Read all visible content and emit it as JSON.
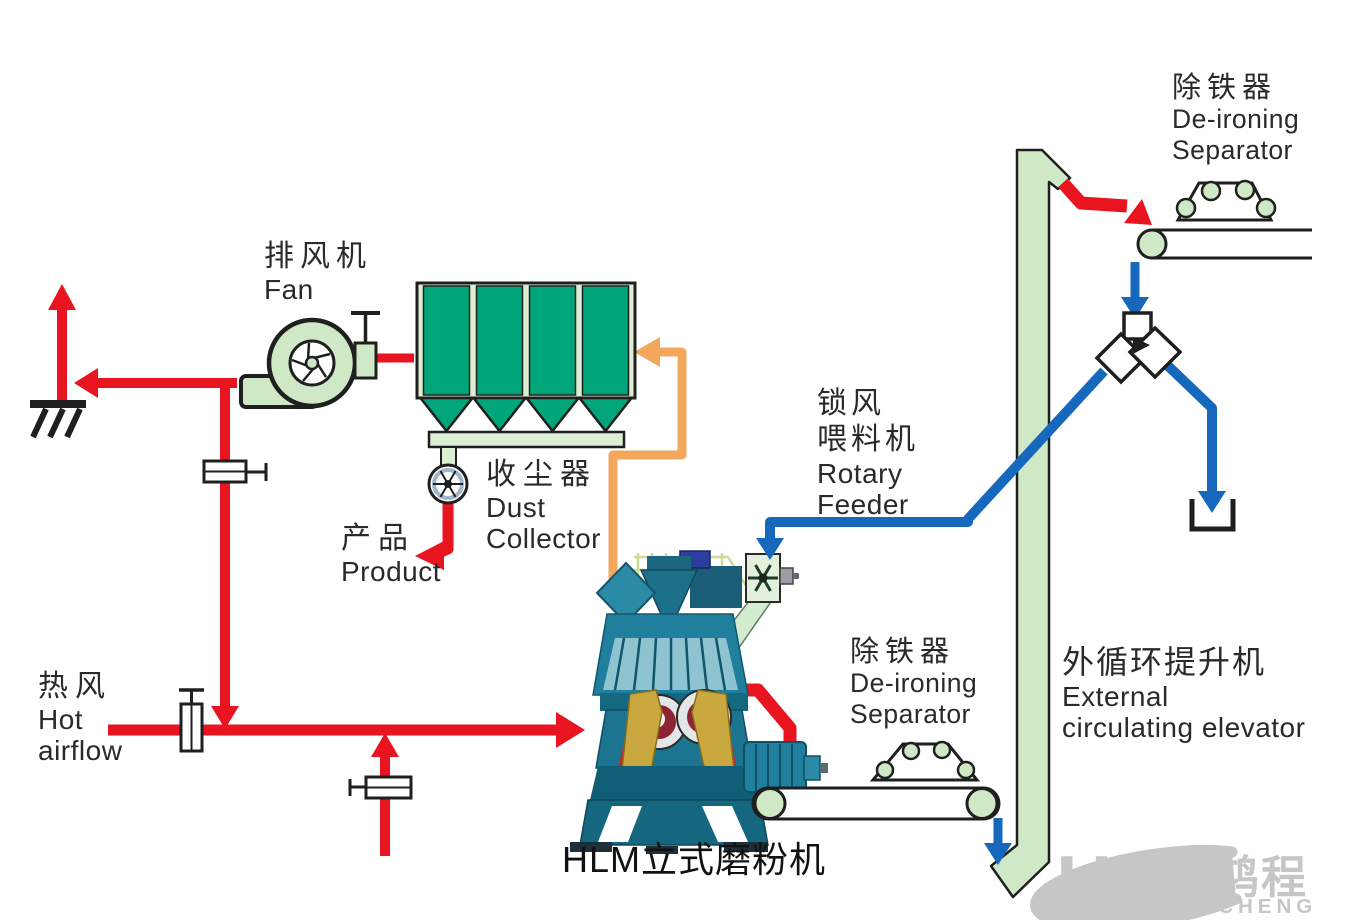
{
  "labels": {
    "fan": {
      "zh": "排风机",
      "en": "Fan"
    },
    "dust_collector": {
      "zh": "收尘器",
      "en_line1": "Dust",
      "en_line2": "Collector"
    },
    "product": {
      "zh": "产品",
      "en": "Product"
    },
    "hot_airflow": {
      "zh": "热风",
      "en_line1": "Hot",
      "en_line2": "airflow"
    },
    "rotary_feeder": {
      "zh_line1": "锁风",
      "zh_line2": "喂料机",
      "en_line1": "Rotary",
      "en_line2": "Feeder"
    },
    "deironing_top": {
      "zh": "除铁器",
      "en_line1": "De-ironing",
      "en_line2": "Separator"
    },
    "deironing_mid": {
      "zh": "除铁器",
      "en_line1": "De-ironing",
      "en_line2": "Separator"
    },
    "elevator": {
      "zh": "外循环提升机",
      "en_line1": "External",
      "en_line2": "circulating elevator"
    },
    "mill": {
      "title": "HLM立式磨粉机"
    },
    "logo": {
      "monogram": "H",
      "zh": "桂林鸿程",
      "en": "HONG CHENG"
    }
  },
  "colors": {
    "red": "#e8141f",
    "blue": "#1668bd",
    "orange": "#f3a75c",
    "green_dark": "#00a57a",
    "green_light": "#cfe8c6",
    "outline": "#1f1f1f",
    "text": "#2a2a2a",
    "logo_gray": "#c6c7c5"
  }
}
